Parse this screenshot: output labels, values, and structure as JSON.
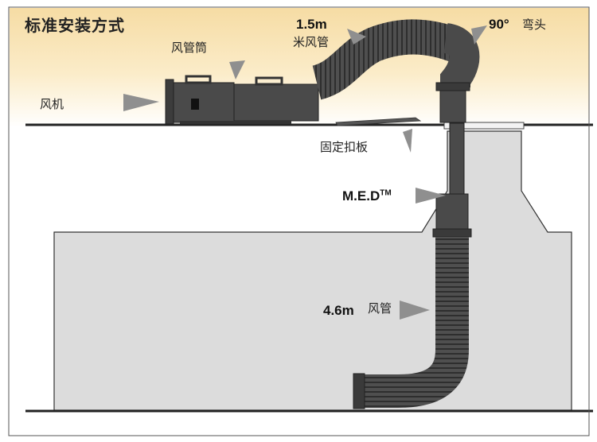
{
  "title": "标准安装方式",
  "labels": {
    "fan": "风机",
    "duct_tube": "风管筒",
    "duct_15_len": "1.5m",
    "duct_15_text": "米风管",
    "elbow_deg": "90°",
    "elbow_text": "弯头",
    "plate": "固定扣板",
    "med": "M.E.D",
    "med_tm": "TM",
    "duct_46_len": "4.6m",
    "duct_46_text": "风管"
  },
  "colors": {
    "sky_top": "#f6dca4",
    "sky_bottom": "#ffffff",
    "ground": "#dcdcdc",
    "equipment": "#4a4a4a",
    "arrow": "#8f8f8f",
    "line": "#222222"
  }
}
